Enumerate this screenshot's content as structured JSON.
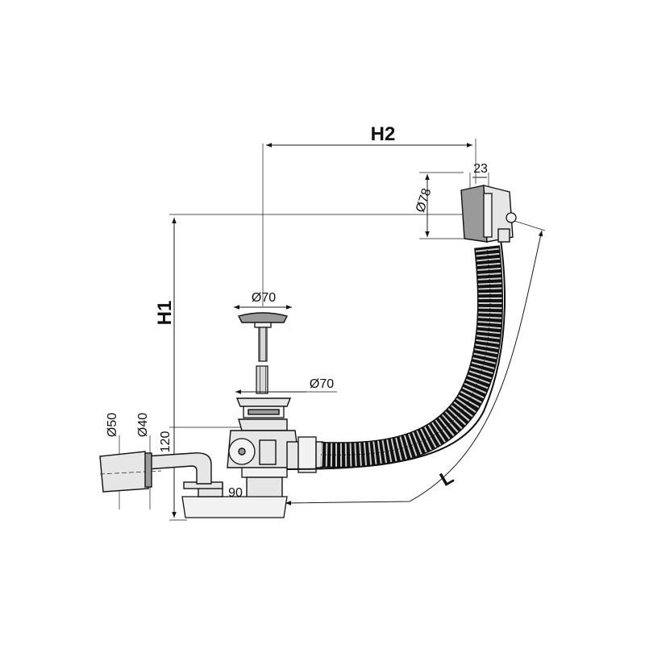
{
  "labels": {
    "h2": "H2",
    "h1": "H1",
    "l": "L",
    "d70_top": "Ø70",
    "d70_mid": "Ø70",
    "d78": "Ø78",
    "d23": "23",
    "d50": "Ø50",
    "d40": "Ø40",
    "d120": "120",
    "d90": "90"
  }
}
